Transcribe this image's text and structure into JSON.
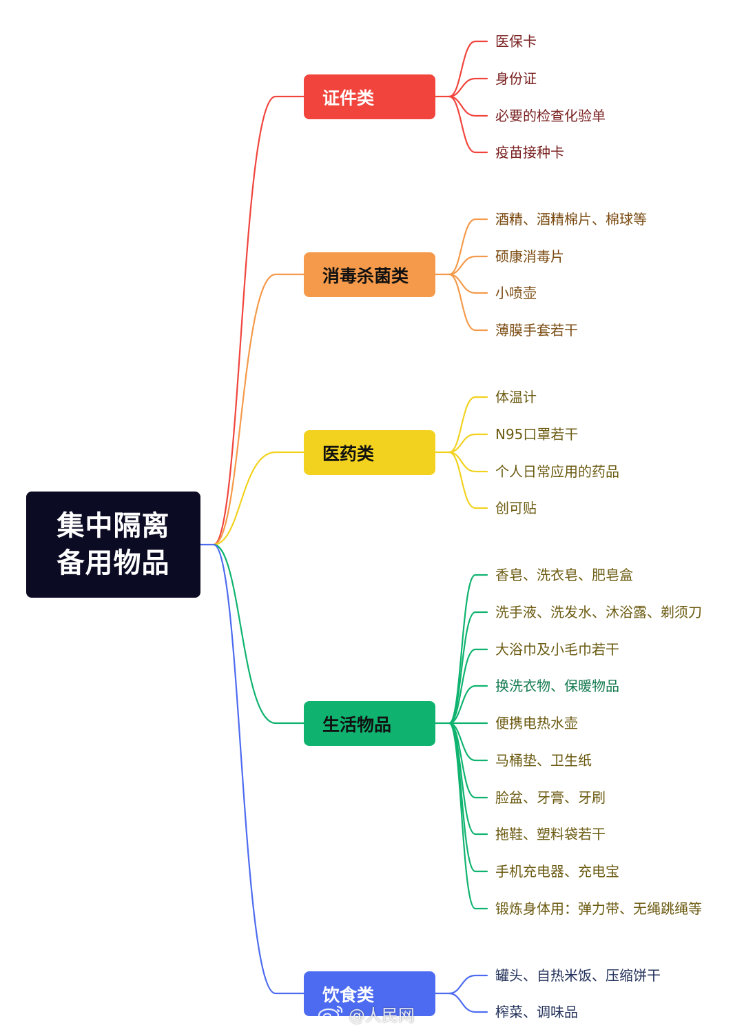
{
  "root": {
    "label": "集中隔离\n备用物品",
    "bg": "#0c0b24"
  },
  "categories": [
    {
      "label": "证件类",
      "color": "#f0443c",
      "text_color": "#ffffff",
      "leaf_color": "#7a2020",
      "items": [
        "医保卡",
        "身份证",
        "必要的检查化验单",
        "疫苗接种卡"
      ]
    },
    {
      "label": "消毒杀菌类",
      "color": "#f59a4a",
      "text_color": "#111111",
      "leaf_color": "#7a4a10",
      "items": [
        "酒精、酒精棉片、棉球等",
        "硕康消毒片",
        "小喷壶",
        "薄膜手套若干"
      ]
    },
    {
      "label": "医药类",
      "color": "#f2d21f",
      "text_color": "#111111",
      "leaf_color": "#6b5a10",
      "items": [
        "体温计",
        "N95口罩若干",
        "个人日常应用的药品",
        "创可贴"
      ]
    },
    {
      "label": "生活物品",
      "color": "#0fb36f",
      "text_color": "#111111",
      "leaf_color": "#6b5a10",
      "items": [
        "香皂、洗衣皂、肥皂盒",
        "洗手液、洗发水、沐浴露、剃须刀",
        "大浴巾及小毛巾若干",
        "换洗衣物、保暖物品",
        "便携电热水壶",
        "马桶垫、卫生纸",
        "脸盆、牙膏、牙刷",
        "拖鞋、塑料袋若干",
        "手机充电器、充电宝",
        "锻炼身体用：弹力带、无绳跳绳等"
      ]
    },
    {
      "label": "饮食类",
      "color": "#4d6bf0",
      "text_color": "#ffffff",
      "leaf_color": "#22305a",
      "items": [
        "罐头、自热米饭、压缩饼干",
        "榨菜、调味品"
      ]
    }
  ],
  "watermark": {
    "text": "@人民网",
    "icon": "weibo-icon"
  }
}
